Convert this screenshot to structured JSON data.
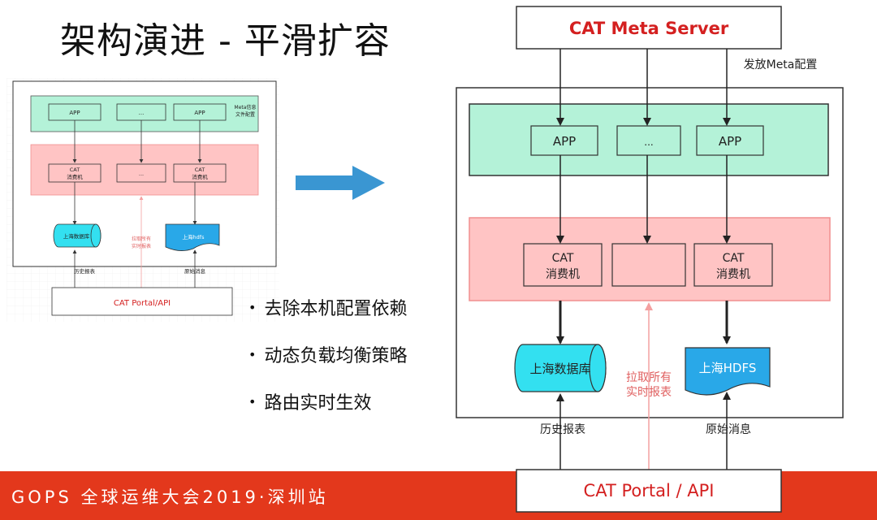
{
  "slide": {
    "title": "架构演进 - 平滑扩容",
    "bullets": [
      "去除本机配置依赖",
      "动态负载均衡策略",
      "路由实时生效"
    ],
    "footer": "GOPS 全球运维大会2019·深圳站"
  },
  "left_diagram": {
    "meta_label_line1": "Meta信息",
    "meta_label_line2": "文件配置",
    "app_boxes": [
      "APP",
      "...",
      "APP"
    ],
    "consumer_boxes": [
      [
        "CAT",
        "消费机"
      ],
      [
        "..."
      ],
      [
        "CAT",
        "消费机"
      ]
    ],
    "db_label": "上海数据库",
    "hdfs_label": "上海hdfs",
    "pull_label_line1": "拉取所有",
    "pull_label_line2": "实时报表",
    "history_label": "历史报表",
    "raw_label": "原始消息",
    "portal_label": "CAT Portal/API"
  },
  "right_diagram": {
    "meta_server": "CAT Meta Server",
    "dispatch_label": "发放Meta配置",
    "app_boxes": [
      "APP",
      "...",
      "APP"
    ],
    "consumer_boxes": [
      [
        "CAT",
        "消费机"
      ],
      [],
      [
        "CAT",
        "消费机"
      ]
    ],
    "db_label": "上海数据库",
    "hdfs_label": "上海HDFS",
    "pull_label_line1": "拉取所有",
    "pull_label_line2": "实时报表",
    "history_label": "历史报表",
    "raw_label": "原始消息",
    "portal_label": "CAT Portal / API"
  },
  "colors": {
    "app_band": "#b4f2d8",
    "consumer_band": "#ffc4c4",
    "cylinder": "#33e0f0",
    "hdfs": "#29a8e8",
    "meta_server_text": "#d42020",
    "footer_bg": "#e3381c",
    "big_arrow": "#3a96d2",
    "pull_arrow": "#f4a0a0"
  }
}
